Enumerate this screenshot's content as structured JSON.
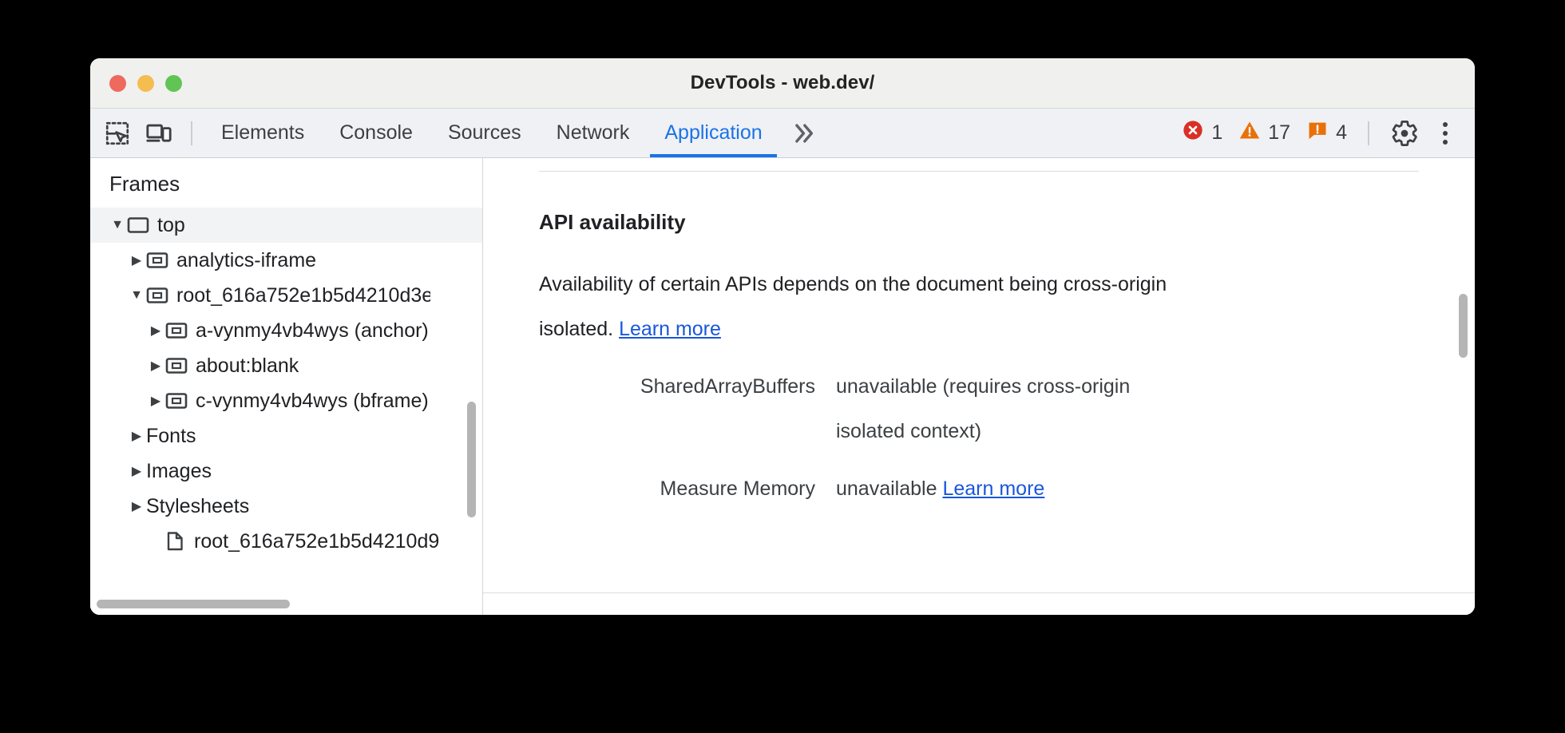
{
  "window": {
    "title": "DevTools - web.dev/",
    "traffic_lights": [
      "close-button",
      "minimize-button",
      "zoom-button"
    ]
  },
  "toolbar": {
    "inspect_icon": "inspect-element-icon",
    "device_icon": "device-toolbar-icon",
    "tabs": [
      {
        "label": "Elements",
        "active": false
      },
      {
        "label": "Console",
        "active": false
      },
      {
        "label": "Sources",
        "active": false
      },
      {
        "label": "Network",
        "active": false
      },
      {
        "label": "Application",
        "active": true
      }
    ],
    "overflow_label": "»",
    "counters": {
      "errors": {
        "icon": "error-icon",
        "count": "1",
        "color": "#d93025"
      },
      "warnings": {
        "icon": "warning-icon",
        "count": "17",
        "color": "#e8710a"
      },
      "issues": {
        "icon": "issue-icon",
        "count": "4",
        "color": "#e8710a"
      }
    },
    "settings_icon": "gear-icon",
    "more_icon": "kebab-menu-icon"
  },
  "sidebar": {
    "title": "Frames",
    "tree": [
      {
        "label": "top",
        "icon": "frame-icon",
        "twisty": "down",
        "indent": 0,
        "selected": true
      },
      {
        "label": "analytics-iframe",
        "icon": "iframe-icon",
        "twisty": "right",
        "indent": 1,
        "selected": false
      },
      {
        "label": "root_616a752e1b5d4210d3e",
        "icon": "iframe-icon",
        "twisty": "down",
        "indent": 1,
        "selected": false,
        "clipped": true
      },
      {
        "label": "a-vynmy4vb4wys (anchor)",
        "icon": "iframe-icon",
        "twisty": "right",
        "indent": 2,
        "selected": false
      },
      {
        "label": "about:blank",
        "icon": "iframe-icon",
        "twisty": "right",
        "indent": 2,
        "selected": false
      },
      {
        "label": "c-vynmy4vb4wys (bframe)",
        "icon": "iframe-icon",
        "twisty": "right",
        "indent": 2,
        "selected": false
      },
      {
        "label": "Fonts",
        "icon": "none",
        "twisty": "right",
        "indent": 1,
        "selected": false
      },
      {
        "label": "Images",
        "icon": "none",
        "twisty": "right",
        "indent": 1,
        "selected": false
      },
      {
        "label": "Stylesheets",
        "icon": "none",
        "twisty": "right",
        "indent": 1,
        "selected": false
      },
      {
        "label": "root_616a752e1b5d4210d9",
        "icon": "document-icon",
        "twisty": "none",
        "indent": 2,
        "selected": false,
        "clipped": true
      }
    ],
    "vertical_scrollbar": "sidebar-vertical-scrollbar",
    "horizontal_scrollbar": "sidebar-horizontal-scrollbar"
  },
  "main": {
    "heading": "API availability",
    "paragraph_before_link": "Availability of certain APIs depends on the document being cross-origin isolated. ",
    "paragraph_link": "Learn more",
    "rows": [
      {
        "key": "SharedArrayBuffers",
        "value": "unavailable",
        "note": "(requires cross-origin isolated context)",
        "link": ""
      },
      {
        "key": "Measure Memory",
        "value": "unavailable",
        "note": "",
        "link": "Learn more"
      }
    ],
    "scrollbar": "main-vertical-scrollbar"
  }
}
